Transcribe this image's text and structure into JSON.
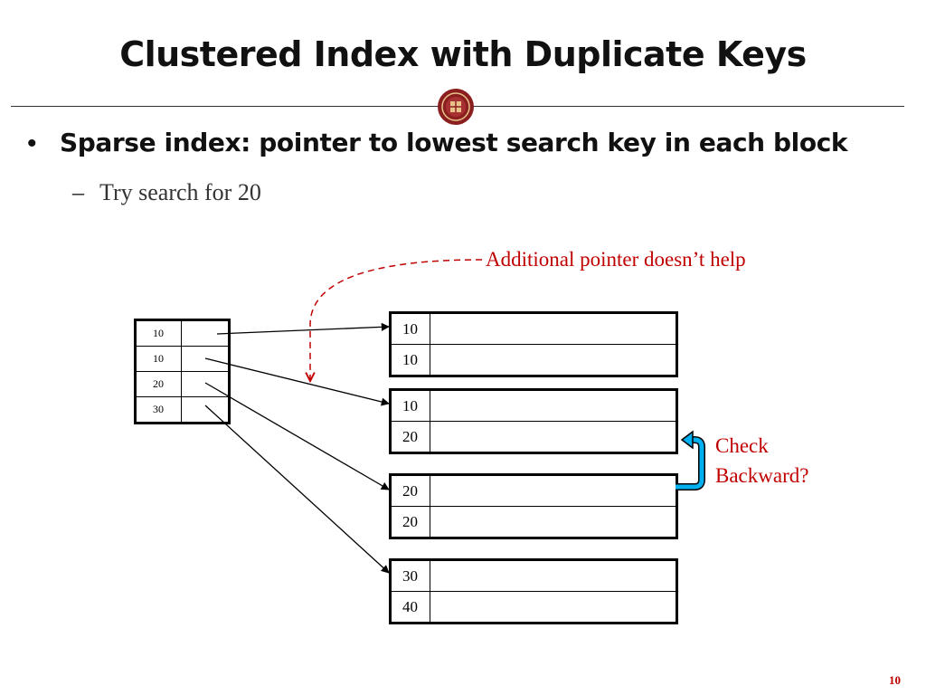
{
  "slide": {
    "title": "Clustered Index with Duplicate Keys",
    "bullet": "Sparse index: pointer to lowest search key in each block",
    "sub_bullet": "Try search for 20",
    "page_number": "10"
  },
  "index": {
    "keys": [
      "10",
      "10",
      "20",
      "30"
    ]
  },
  "blocks": [
    {
      "keys": [
        "10",
        "10"
      ]
    },
    {
      "keys": [
        "10",
        "20"
      ]
    },
    {
      "keys": [
        "20",
        "20"
      ]
    },
    {
      "keys": [
        "30",
        "40"
      ]
    }
  ],
  "annotations": {
    "additional": "Additional pointer doesn’t help",
    "check_line1": "Check",
    "check_line2": "Backward?"
  },
  "colors": {
    "annotation": "#c00000",
    "backward_arrow": "#00b0f0",
    "seal": "#8b1e1e"
  },
  "icons": {
    "logo": "university-seal-icon"
  }
}
